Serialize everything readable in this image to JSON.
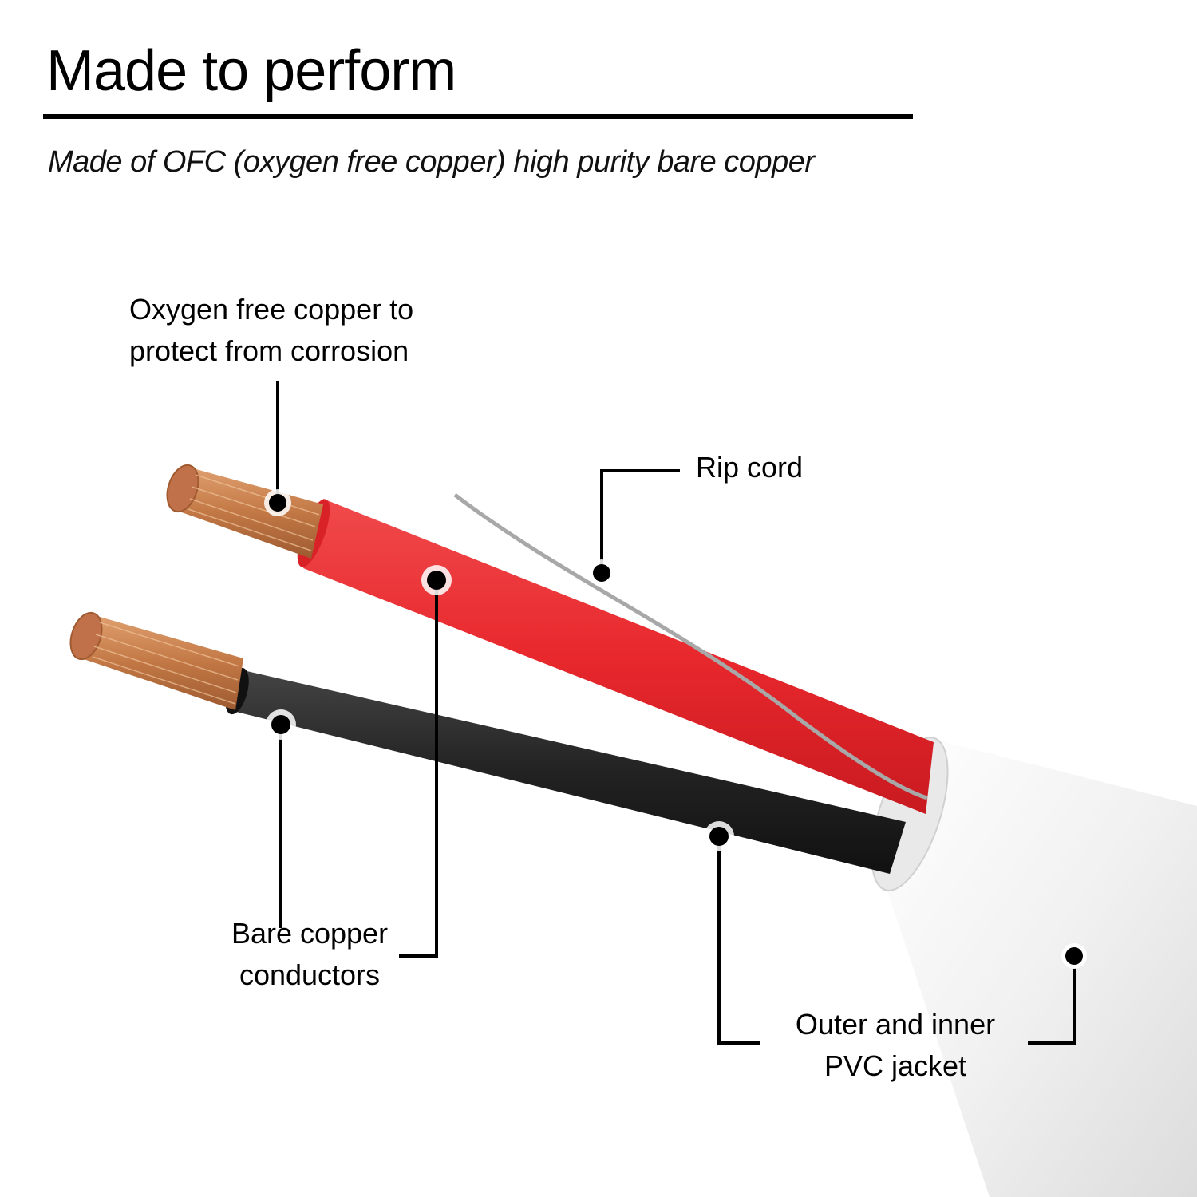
{
  "header": {
    "title": "Made to perform",
    "subtitle": "Made of  OFC (oxygen free copper) high purity bare copper"
  },
  "callouts": [
    {
      "id": "ofc",
      "lines": [
        "Oxygen free copper to",
        "protect from corrosion"
      ]
    },
    {
      "id": "rip-cord",
      "lines": [
        "Rip cord"
      ]
    },
    {
      "id": "conductors",
      "lines": [
        "Bare copper",
        "conductors"
      ]
    },
    {
      "id": "jacket",
      "lines": [
        "Outer and inner",
        "PVC jacket"
      ]
    }
  ],
  "colors": {
    "copper": "#c9824f",
    "red_insulation": "#e8282d",
    "black_insulation": "#1f1f1f",
    "jacket": "#f2f2f2",
    "rip_cord": "#b8b8b8",
    "leader": "#000000"
  }
}
